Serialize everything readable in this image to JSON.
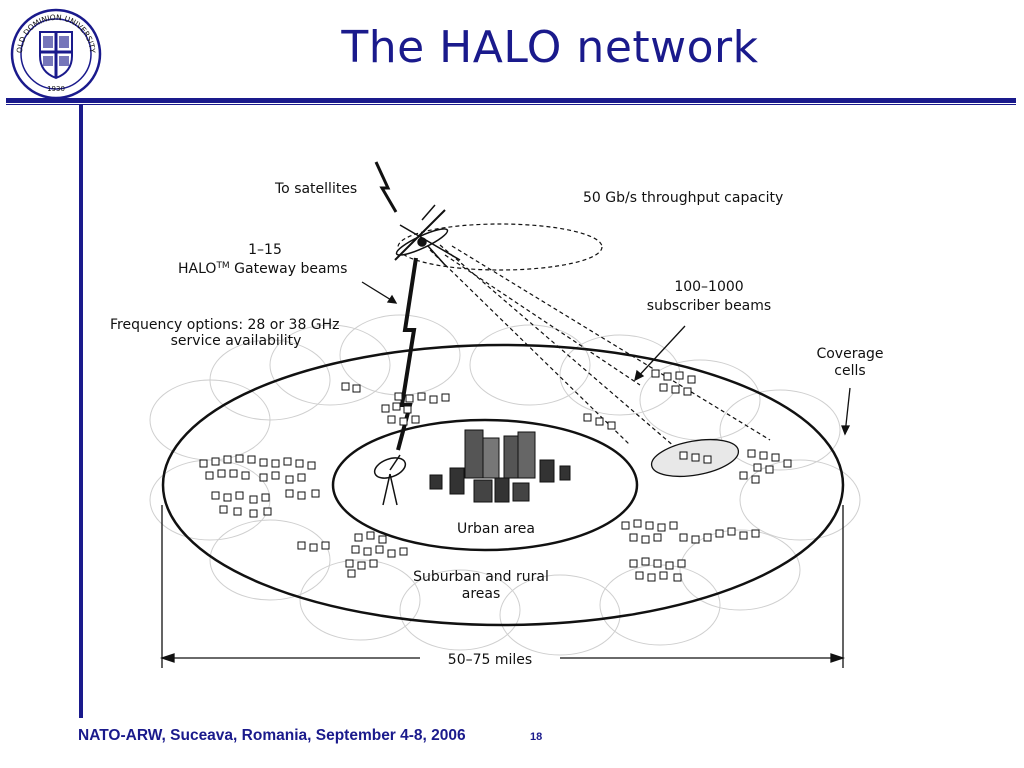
{
  "slide": {
    "title": "The HALO network",
    "footer": "NATO-ARW, Suceava, Romania, September 4-8, 2006",
    "page_number": "18"
  },
  "logo": {
    "ring_text": "OLD DOMINION UNIVERSITY",
    "year": "1930"
  },
  "diagram": {
    "label_satellites": "To satellites",
    "label_throughput": "50 Gb/s throughput capacity",
    "label_gateway_line1": "1–15",
    "label_gateway_line2": "HALO",
    "label_gateway_tm": "TM",
    "label_gateway_line2_rest": " Gateway beams",
    "label_subscriber_line1": "100–1000",
    "label_subscriber_line2": "subscriber beams",
    "label_frequency_line1": "Frequency options: 28 or 38 GHz",
    "label_frequency_line2": "service availability",
    "label_coverage_line1": "Coverage",
    "label_coverage_line2": "cells",
    "label_urban": "Urban area",
    "label_suburban_line1": "Suburban and rural",
    "label_suburban_line2": "areas",
    "label_distance": "50–75 miles"
  },
  "colors": {
    "brand_blue": "#1a1a8c"
  }
}
